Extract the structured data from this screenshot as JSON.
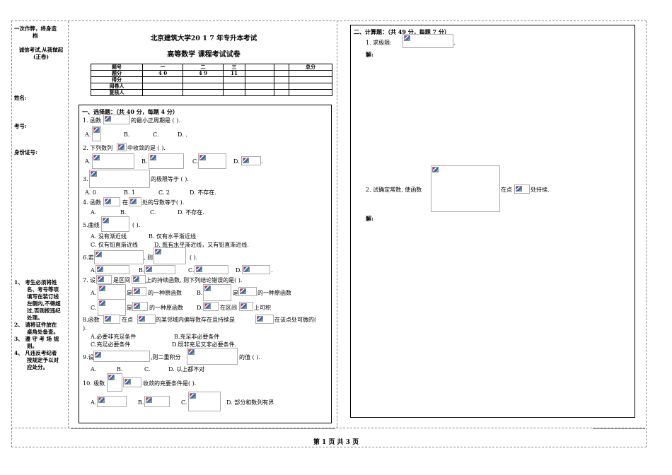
{
  "sidebar": {
    "honesty1": "一次作弊，终身造",
    "honesty2": "档",
    "pledge1": "诚信考试,从我做起",
    "pledge2": "(正卷)",
    "name_label": "姓名:",
    "exam_no_label": "考号:",
    "id_label": "身份证号:",
    "rules": [
      "1、 考生必须将姓",
      "名、考号等项",
      "填写在装订线",
      "左侧内,不得超",
      "过,否则按违纪",
      "处理。",
      "2、 请将证件放在",
      "桌角处备查。",
      "3、 遵 守 考 场 规",
      "则。",
      "4、 凡违反考纪者",
      "按规定予以对",
      "应处分。"
    ]
  },
  "header": {
    "title1": "北京建筑大学20 1 7 年专升本考试",
    "title2": "高等数学 课程考试试卷"
  },
  "score_table": {
    "headers": [
      "题号",
      "一",
      "二",
      "三",
      "",
      "",
      "总分"
    ],
    "rows": [
      [
        "题分",
        "4 0",
        "4 9",
        "11",
        "",
        "",
        ""
      ],
      [
        "得分",
        "",
        "",
        "",
        "",
        "",
        ""
      ],
      [
        "阅卷人",
        "",
        "",
        "",
        "",
        "",
        ""
      ],
      [
        "复核人",
        "",
        "",
        "",
        "",
        "",
        ""
      ]
    ]
  },
  "section1": {
    "title": "一、选择题：（共 40 分，每题 4 分）",
    "q1": "1. 函数",
    "q1b": "的最小正周期是 (      ).",
    "q1_opts": [
      "A.",
      "B.",
      "C.",
      "D. ."
    ],
    "q2": "2. 下列数列",
    "q2b": "中收敛的是 (      ).",
    "q2_opts": [
      "A.",
      "B.",
      "C.",
      "D.",
      "."
    ],
    "q3": "3.",
    "q3b": "的极限等于 (      ).",
    "q3_opts": [
      "A. 0",
      "B. 1",
      "C. 2",
      "D. 不存在."
    ],
    "q4": "4. 函数",
    "q4b": "在",
    "q4c": "处的导数等于(      ).",
    "q4_opts": [
      "A.",
      "B.",
      "C.",
      "D. 不存在."
    ],
    "q5": "5.曲线",
    "q5b": "(      ).",
    "q5_opts": [
      "A. 没有渐近线",
      "B. 仅有水平渐近线",
      "C. 仅有铅直渐近线",
      "D. 既有水平渐近线，又有铅直渐近线."
    ],
    "q6": "6.若",
    "q6b": ", 则",
    "q6c": "(      ).",
    "q6_opts": [
      "A.",
      "B.",
      "C.",
      "D.",
      "."
    ],
    "q7": "7. 设",
    "q7b": "是区间",
    "q7c": "上的持续函数, 则下列结论错误的是(      ).",
    "q7_a": "A.",
    "q7_a2": "是",
    "q7_a3": "的一种原函数",
    "q7_b": "B.",
    "q7_b2": "是",
    "q7_b3": "的一种原函数",
    "q7_c": "C.",
    "q7_c2": "是",
    "q7_c3": "的一种原函数",
    "q7_d": "D.",
    "q7_d2": "在区间",
    "q7_d3": "上可积",
    "q8": "8.函数",
    "q8b": "在点",
    "q8c": "的某邻域内偏导数存在且持续是",
    "q8d": "在该点处可微的(",
    "q8e": ").",
    "q8_opts": [
      "A.必要非充足条件",
      "B.充足非必要条件",
      "C.充足必要条件",
      "D.既非充足又非必要条件."
    ],
    "q9": "9.设",
    "q9b": ",则二重积分",
    "q9c": "的值 (      ).",
    "q9_opts": [
      "A.",
      "B.",
      "C.",
      "D. 以上都不对"
    ],
    "q10": "10. 级数",
    "q10b": "收敛的充要条件是(      ).",
    "q10_opts": [
      "A.",
      "B.",
      "C.",
      "D. 部分和数列有界"
    ]
  },
  "section2": {
    "title": "二、计算题：（共 49 分，每题 7 分）",
    "q1": "1.   求极限:",
    "q1b": ".",
    "answer1": "解:",
    "q2": "2. 试确定常数, 使函数",
    "q2b": "在点",
    "q2c": "处持续.",
    "answer2": "解:"
  },
  "footer": {
    "page": "第    1    页  共    3 页"
  }
}
